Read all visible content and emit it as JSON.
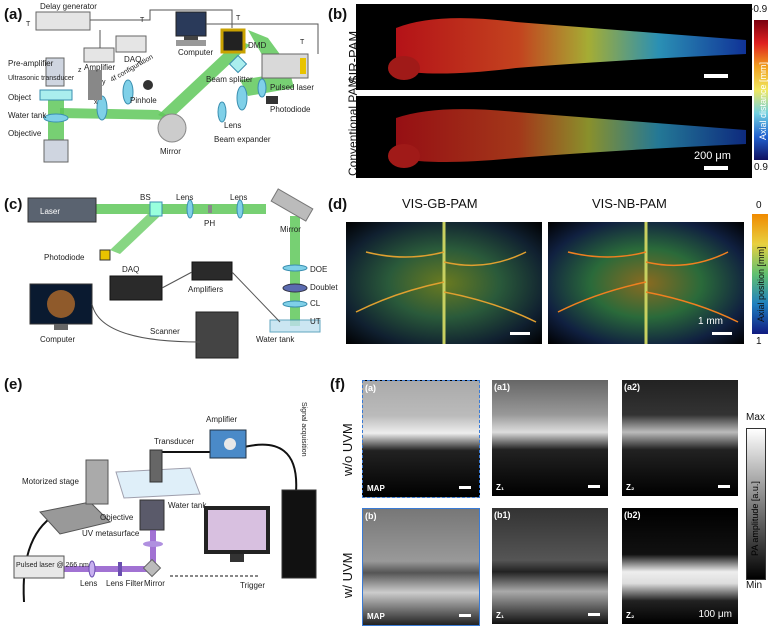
{
  "panels": {
    "a": {
      "label": "(a)",
      "parts": {
        "delay_generator": "Delay generator",
        "amplifier": "Amplifier",
        "daq": "DAQ",
        "computer": "Computer",
        "dmd": "DMD",
        "preamp": "Pre-amplifier",
        "transducer": "Ultrasonic transducer",
        "object": "Object",
        "water_tank": "Water tank",
        "objective": "Objective",
        "four_f": "4f configuration",
        "pinhole": "Pinhole",
        "mirror": "Mirror",
        "beam_splitter": "Beam splitter",
        "lens": "Lens",
        "beam_expander": "Beam expander",
        "pulsed_laser": "Pulsed laser",
        "photodiode": "Photodiode",
        "t0": "T",
        "t1": "T",
        "t2": "T",
        "t3": "T",
        "z": "z",
        "x": "x",
        "y": "y"
      }
    },
    "b": {
      "label": "(b)",
      "row1": "SIR-PAM",
      "row2": "Conventional PAM",
      "scalebar": "200 μm",
      "colorbar_label": "Axial distance [mm]",
      "colorbar_top": "-0.9",
      "colorbar_bottom": "0.9"
    },
    "c": {
      "label": "(c)",
      "parts": {
        "laser": "Laser",
        "bs": "BS",
        "lens1": "Lens",
        "ph": "PH",
        "lens2": "Lens",
        "mirror": "Mirror",
        "photodiode": "Photodiode",
        "daq": "DAQ",
        "amplifiers": "Amplifiers",
        "doe": "DOE",
        "doublet": "Doublet",
        "cl": "CL",
        "ut": "UT",
        "computer": "Computer",
        "scanner": "Scanner",
        "water_tank": "Water tank"
      }
    },
    "d": {
      "label": "(d)",
      "title_left": "VIS-GB-PAM",
      "title_right": "VIS-NB-PAM",
      "scalebar": "1 mm",
      "colorbar_label": "Axial position [mm]",
      "colorbar_top": "0",
      "colorbar_bottom": "1"
    },
    "e": {
      "label": "(e)",
      "parts": {
        "amplifier": "Amplifier",
        "transducer": "Transducer",
        "motorized_stage": "Motorized stage",
        "water_tank": "Water tank",
        "objective": "Objective",
        "uv_metasurface": "UV metasurface",
        "pulsed_laser": "Pulsed laser @ 266 nm",
        "lens": "Lens",
        "lens_filter": "Lens Filter",
        "mirror": "Mirror",
        "trigger": "Trigger",
        "signal_acquisition": "Signal acquisition"
      }
    },
    "f": {
      "label": "(f)",
      "row1": "w/o UVM",
      "row2": "w/ UVM",
      "sub": [
        "(a)",
        "(a1)",
        "(a2)",
        "(b)",
        "(b1)",
        "(b2)"
      ],
      "map": "MAP",
      "z1": "Z₁",
      "z2": "Z₂",
      "scalebar": "100 μm",
      "colorbar_label": "PA amplitude [a.u.]",
      "colorbar_top": "Max",
      "colorbar_bottom": "Min"
    }
  },
  "colors": {
    "beam_green": "#5fc85a",
    "optic_blue": "#7fd0e8",
    "uv_purple": "#8a4fc8"
  }
}
